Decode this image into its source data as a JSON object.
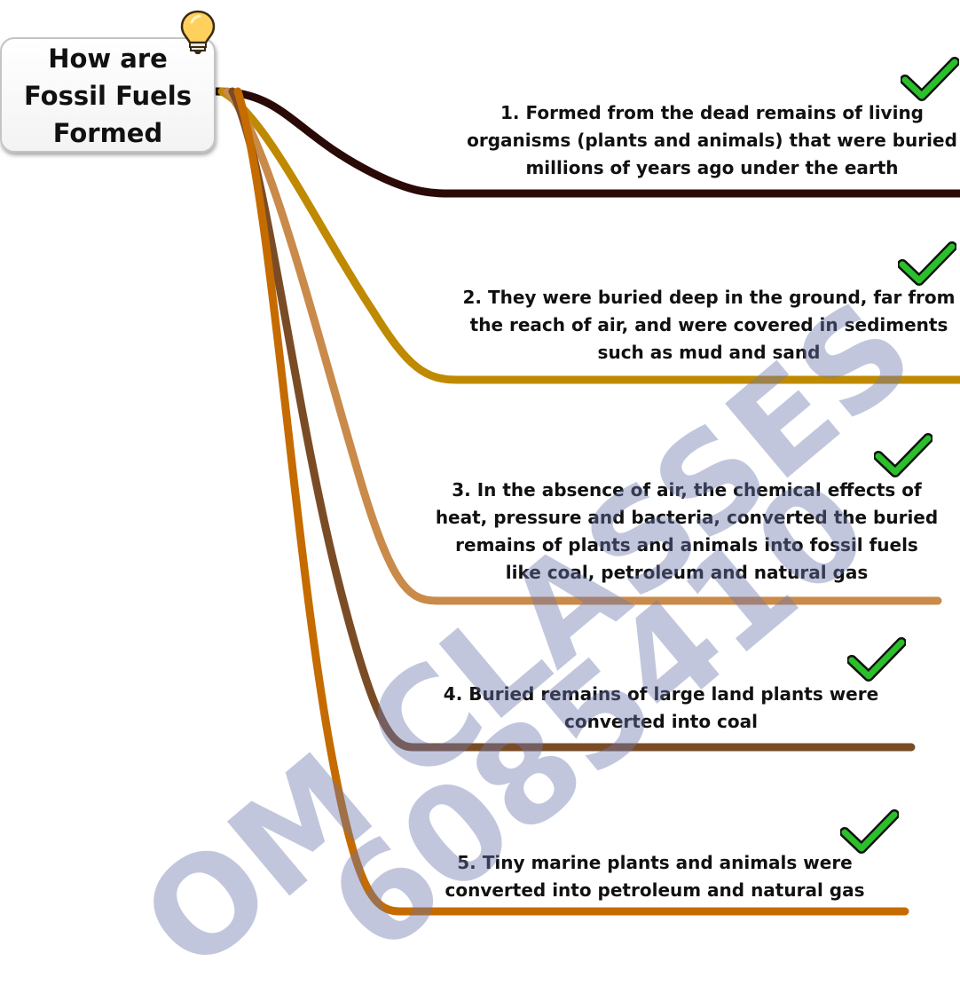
{
  "central": {
    "title": "How are Fossil Fuels Formed"
  },
  "icons": {
    "central": "lightbulb-icon",
    "topics": "green-checkmark-icon"
  },
  "colors": {
    "branch1": "#2a0a06",
    "branch2": "#bf8a00",
    "branch3": "#c98a4a",
    "branch4": "#7a4c26",
    "branch5": "#c56b00",
    "checkmark": "#2bbf2b",
    "watermark": "#6e78af"
  },
  "topics": [
    {
      "number": 1,
      "text": "1. Formed from the dead remains of living organisms (plants and animals) that were buried millions of years ago under the earth"
    },
    {
      "number": 2,
      "text": "2. They were buried deep in the ground, far from the reach of air, and were covered in sediments such as mud and sand"
    },
    {
      "number": 3,
      "text": "3. In the absence of air, the chemical effects of heat, pressure and  bacteria, converted the buried remains of plants and animals into fossil fuels like coal, petroleum and  natural gas"
    },
    {
      "number": 4,
      "text": "4. Buried remains of large land plants were converted into coal"
    },
    {
      "number": 5,
      "text": "5.  Tiny marine plants and animals were converted into petroleum and natural gas"
    }
  ],
  "watermark": {
    "line1": "OM CLASSES",
    "line2": "6085410"
  }
}
